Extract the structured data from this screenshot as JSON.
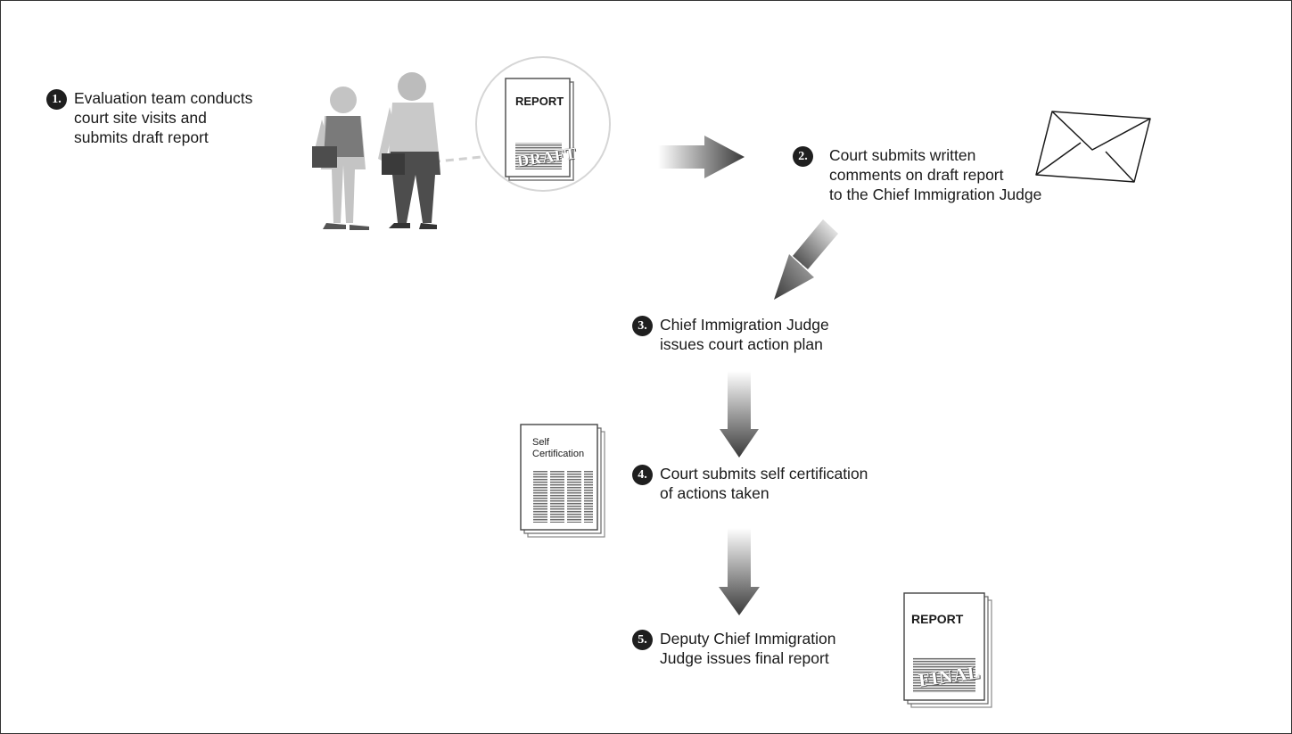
{
  "steps": [
    {
      "num": "1.",
      "lines": [
        "Evaluation team conducts",
        "court site visits and",
        "submits draft report"
      ]
    },
    {
      "num": "2.",
      "lines": [
        "Court submits written",
        "comments on draft report",
        "to the Chief Immigration Judge"
      ]
    },
    {
      "num": "3.",
      "lines": [
        "Chief Immigration Judge",
        "issues court action plan"
      ]
    },
    {
      "num": "4.",
      "lines": [
        "Court submits self certification",
        "of actions taken"
      ]
    },
    {
      "num": "5.",
      "lines": [
        "Deputy Chief Immigration",
        "Judge issues final report"
      ]
    }
  ],
  "documents": {
    "draft_report": {
      "title": "REPORT",
      "stamp": "DRAFT"
    },
    "final_report": {
      "title": "REPORT",
      "stamp": "FINAL"
    },
    "self_certification": {
      "line1": "Self",
      "line2": "Certification"
    }
  },
  "colors": {
    "badge": "#1f1f1f",
    "arrow_dark": "#3a3a3a",
    "person_light": "#bdbdbd",
    "person_dark": "#4d4d4d"
  }
}
